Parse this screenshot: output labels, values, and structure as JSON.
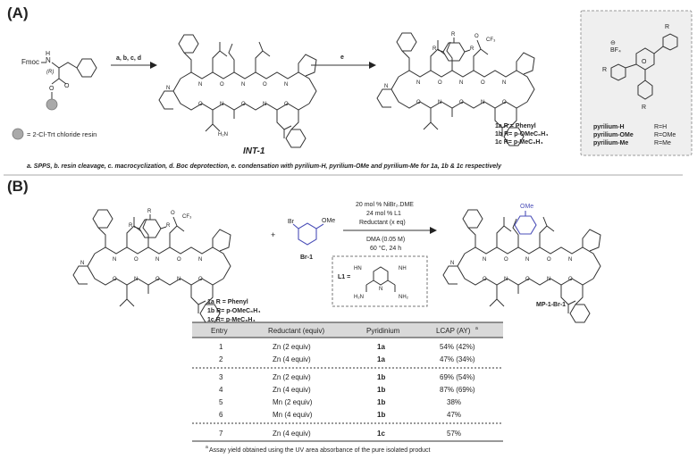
{
  "panelA": {
    "label": "(A)",
    "fmoc": "Fmoc",
    "nh": "H",
    "nh_n": "N",
    "stereo": "(R)",
    "o": "O",
    "resin_legend": "= 2-Cl-Trt chloride resin",
    "arrow1_label": "a, b, c, d",
    "int_label": "INT-1",
    "nh2": "H₂N",
    "arrow2_label": "e",
    "counterion": "O",
    "cf3": "CF₃",
    "r_label": "R",
    "products": [
      "1a  R = Phenyl",
      "1b  R= p-OMeC₆H₄",
      "1c  R= p-MeC₆H₄"
    ],
    "box": {
      "bf4": "BF₄",
      "bf4_charge": "⊖",
      "o_plus": "O",
      "r": "R",
      "names": [
        "pyrilium-H",
        "pyrilium-OMe",
        "pyrilium-Me"
      ],
      "rvals": [
        "R=H",
        "R=OMe",
        "R=Me"
      ]
    },
    "conditions_caption": "a. SPPS, b. resin cleavage, c. macrocyclization, d. Boc deprotection, e. condensation with pyrilium-H, pyrilium-OMe and pyrilium-Me for 1a, 1b & 1c respectively"
  },
  "panelB": {
    "label": "(B)",
    "plus": "+",
    "br": "Br",
    "ome": "OMe",
    "br_label": "Br-1",
    "products": [
      "1a  R = Phenyl",
      "1b  R= p-OMeC₆H₄",
      "1c  R= p-MeC₆H₄"
    ],
    "conditions_top": [
      "20 mol % NiBr₂.DME",
      "24 mol % L1",
      "Reductant (x eq)"
    ],
    "conditions_bottom": [
      "DMA (0.05 M)",
      "60 °C, 24 h"
    ],
    "l1_label": "L1 =",
    "l1_groups": [
      "HN",
      "NH",
      "H₂N",
      "NH₂",
      "N"
    ],
    "product_label": "MP-1-Br-1",
    "product_ome": "OMe"
  },
  "table": {
    "headers": [
      "Entry",
      "Reductant (equiv)",
      "Pyridinium",
      "LCAP (AY)"
    ],
    "header_sup": "a",
    "rows": [
      [
        "1",
        "Zn (2 equiv)",
        "1a",
        "54% (42%)"
      ],
      [
        "2",
        "Zn (4 equiv)",
        "1a",
        "47% (34%)"
      ],
      [
        "3",
        "Zn (2 equiv)",
        "1b",
        "69% (54%)"
      ],
      [
        "4",
        "Zn (4 equiv)",
        "1b",
        "87% (69%)"
      ],
      [
        "5",
        "Mn (2 equiv)",
        "1b",
        "38%"
      ],
      [
        "6",
        "Mn (4 equiv)",
        "1b",
        "47%"
      ],
      [
        "7",
        "Zn (4 equiv)",
        "1c",
        "57%"
      ]
    ],
    "footnote_sup": "a",
    "footnote": "Assay yield obtained using the UV area absorbance of the pure isolated product"
  },
  "colors": {
    "accent_blue": "#4b4fb8",
    "header_bg": "#d9d9d9",
    "box_bg": "#efefef"
  }
}
